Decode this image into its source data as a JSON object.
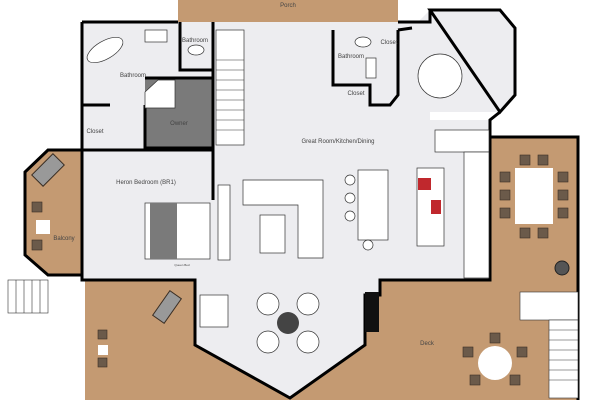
{
  "plan": {
    "colors": {
      "deck": "#c49a72",
      "floor": "#ededf0",
      "owner_room": "#7a7a7a",
      "walls": "#000000",
      "appliance_red": "#c0282d"
    },
    "rooms": {
      "porch": "Porch",
      "bathroom_master": "Bathroom",
      "bathroom_small": "Bathroom",
      "bathroom_right": "Bathroom",
      "closet_left": "Closet",
      "closet_right_top": "Closet",
      "closet_right": "Closet",
      "owner": "Owner",
      "great_room": "Great Room/Kitchen/Dining",
      "bedroom": "Heron Bedroom (BR1)",
      "balcony": "Balcony",
      "deck": "Deck"
    },
    "furniture": {
      "bed_label": "Queen Bed"
    }
  }
}
